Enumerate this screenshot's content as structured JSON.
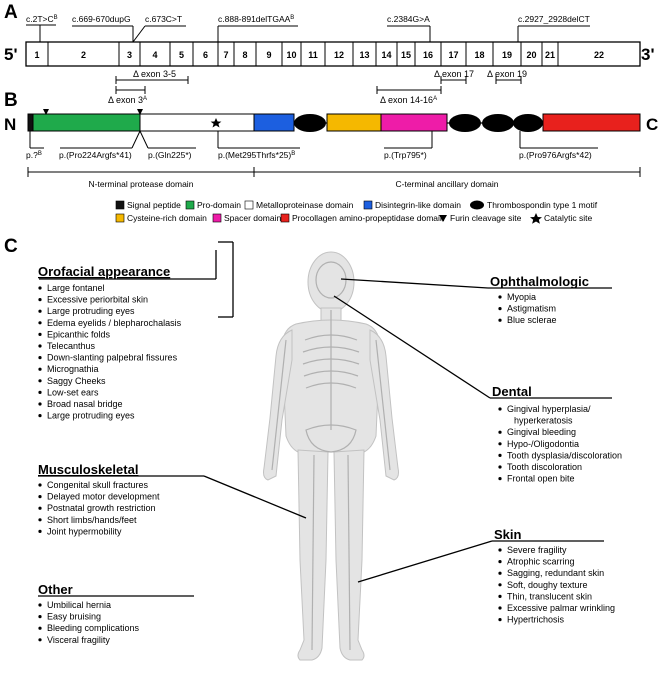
{
  "panels": {
    "a": "A",
    "b": "B",
    "c": "C"
  },
  "gene": {
    "five_prime": "5'",
    "three_prime": "3'",
    "exons": [
      "1",
      "2",
      "3",
      "4",
      "5",
      "6",
      "7",
      "8",
      "9",
      "10",
      "11",
      "12",
      "13",
      "14",
      "15",
      "16",
      "17",
      "18",
      "19",
      "20",
      "21",
      "22"
    ],
    "mutations": [
      {
        "label": "c.2T>C",
        "sup": "B"
      },
      {
        "label": "c.669-670dupG",
        "sup": ""
      },
      {
        "label": "c.673C>T",
        "sup": ""
      },
      {
        "label": "c.888-891delTGAA",
        "sup": "B"
      },
      {
        "label": "c.2384G>A",
        "sup": ""
      },
      {
        "label": "c.2927_2928delCT",
        "sup": ""
      }
    ],
    "deletions": [
      {
        "label": "Δ exon 3-5",
        "sup": ""
      },
      {
        "label": "Δ exon 3",
        "sup": "A"
      },
      {
        "label": "Δ exon 14-16",
        "sup": "A"
      },
      {
        "label": "Δ exon 17",
        "sup": ""
      },
      {
        "label": "Δ exon 19",
        "sup": ""
      }
    ]
  },
  "protein": {
    "n_term": "N",
    "c_term": "C",
    "variants": [
      {
        "label": "p.?",
        "sup": "B"
      },
      {
        "label": "p.(Pro224Argfs*41)",
        "sup": ""
      },
      {
        "label": "p.(Gln225*)",
        "sup": ""
      },
      {
        "label": "p.(Met295Thrfs*25)",
        "sup": "B"
      },
      {
        "label": "p.(Trp795*)",
        "sup": ""
      },
      {
        "label": "p.(Pro976Argfs*42)",
        "sup": ""
      }
    ],
    "domains": [
      "N-terminal protease domain",
      "C-terminal ancillary domain"
    ],
    "colors": {
      "signal": "#111111",
      "pro": "#1faa4b",
      "metallo": "#ffffff",
      "disintegrin": "#1c5fe0",
      "thrombospondin": "#000000",
      "cysteine": "#f5b800",
      "spacer": "#ee1ca8",
      "procollagen": "#e8211d"
    }
  },
  "legend": {
    "row1": [
      "Signal peptide",
      "Pro-domain",
      "Metalloproteinase domain",
      "Disintegrin-like domain",
      "Thrombospondin type 1 motif"
    ],
    "row2": [
      "Cysteine-rich domain",
      "Spacer domain",
      "Procollagen amino-propeptidase domain",
      "Furin cleavage site",
      "Catalytic site"
    ]
  },
  "phenotypes": {
    "orofacial": {
      "title": "Orofacial appearance",
      "items": [
        "Large fontanel",
        "Excessive periorbital skin",
        "Large protruding eyes",
        "Edema eyelids / blepharochalasis",
        "Epicanthic folds",
        "Telecanthus",
        "Down-slanting palpebral fissures",
        "Micrognathia",
        "Saggy Cheeks",
        "Low-set ears",
        "Broad nasal bridge",
        "Large protruding eyes"
      ]
    },
    "musculoskeletal": {
      "title": "Musculoskeletal",
      "items": [
        "Congenital skull fractures",
        "Delayed motor development",
        "Postnatal growth restriction",
        "Short limbs/hands/feet",
        "Joint hypermobility"
      ]
    },
    "other": {
      "title": "Other",
      "items": [
        "Umbilical hernia",
        "Easy bruising",
        "Bleeding complications",
        "Visceral fragility"
      ]
    },
    "ophthalmologic": {
      "title": "Ophthalmologic",
      "items": [
        "Myopia",
        "Astigmatism",
        "Blue sclerae"
      ]
    },
    "dental": {
      "title": "Dental",
      "items": [
        "Gingival hyperplasia/",
        "hyperkeratosis",
        "Gingival bleeding",
        "Hypo-/Oligodontia",
        "Tooth dysplasia/discoloration",
        "Tooth discoloration",
        "Frontal open bite"
      ]
    },
    "skin": {
      "title": "Skin",
      "items": [
        "Severe fragility",
        "Atrophic scarring",
        "Sagging, redundant skin",
        "Soft, doughy texture",
        "Thin, translucent skin",
        "Excessive palmar wrinkling",
        "Hypertrichosis"
      ]
    }
  }
}
